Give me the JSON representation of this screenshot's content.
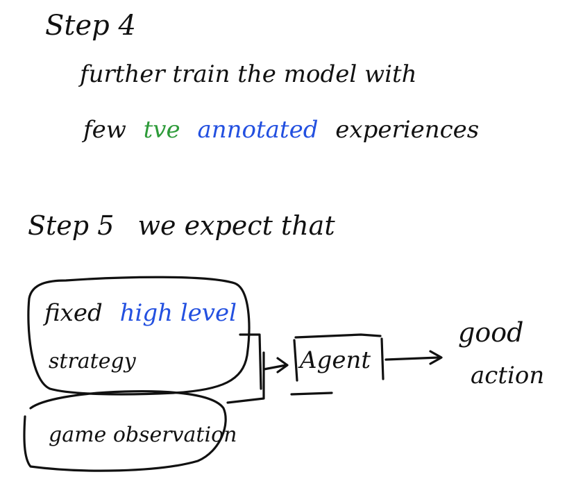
{
  "colors": {
    "ink": "#111111",
    "green": "#2e9b3a",
    "blue": "#2350e0"
  },
  "step4": {
    "heading": "Step 4",
    "line1": "further train the model with",
    "line2_few": "few",
    "line2_tve": "tve",
    "line2_annotated": "annotated",
    "line2_experiences": "experiences"
  },
  "step5": {
    "heading": "Step 5",
    "text": "we expect that"
  },
  "diagram": {
    "strategy_box": {
      "fixed": "fixed",
      "high_level": "high level",
      "strategy": "strategy"
    },
    "observation_box": {
      "label": "game observation"
    },
    "agent_box": {
      "label": "Agent"
    },
    "output": {
      "good": "good",
      "action": "action"
    }
  }
}
